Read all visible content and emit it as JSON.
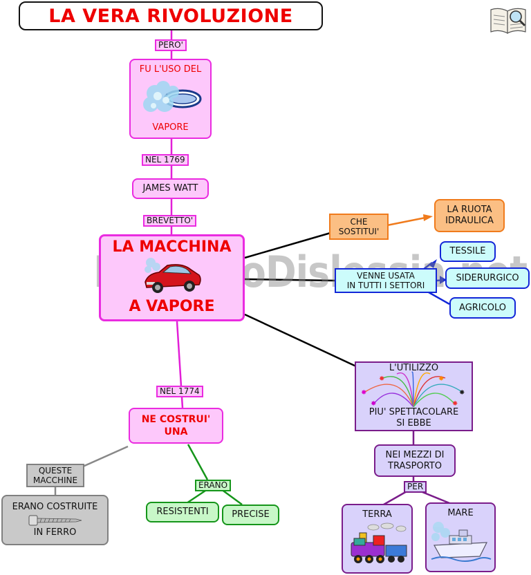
{
  "title": "LA VERA RIVOLUZIONE",
  "watermark": "By AiutoDislessia.net",
  "nodes": {
    "steam_use": "FU L'USO DEL",
    "steam_use_2": "VAPORE",
    "james_watt": "JAMES WATT",
    "steam_engine_1": "LA MACCHINA",
    "steam_engine_2": "A VAPORE",
    "water_wheel_1": "LA RUOTA",
    "water_wheel_2": "IDRAULICA",
    "textile": "TESSILE",
    "steel": "SIDERURGICO",
    "agri": "AGRICOLO",
    "built_1": "NE COSTRUI'",
    "built_2": "UNA",
    "iron_1": "ERANO COSTRUITE",
    "iron_2": "IN FERRO",
    "sturdy": "RESISTENTI",
    "precise": "PRECISE",
    "usage_1": "L'UTILIZZO",
    "usage_2": "PIU' SPETTACOLARE",
    "usage_3": "SI EBBE",
    "transport_1": "NEI MEZZI DI",
    "transport_2": "TRASPORTO",
    "land": "TERRA",
    "sea": "MARE"
  },
  "links": {
    "pero": "PERO'",
    "nel1769": "NEL 1769",
    "brevetto": "BREVETTO'",
    "che_1": "CHE",
    "che_2": "SOSTITUI'",
    "usata_1": "VENNE USATA",
    "usata_2": "IN TUTTI I SETTORI",
    "nel1774": "NEL 1774",
    "queste_1": "QUESTE",
    "queste_2": "MACCHINE",
    "erano": "ERANO",
    "per": "PER"
  },
  "colors": {
    "pink_fill": "#fdc8fb",
    "pink_border": "#ea2be0",
    "red_text": "#ee0000",
    "orange_fill": "#fbbf84",
    "orange_border": "#f07b1c",
    "cyan_fill": "#ccfcfb",
    "blue_border": "#1226d8",
    "green_fill": "#c8f7c8",
    "green_border": "#15951a",
    "gray_fill": "#c9c9c9",
    "gray_border": "#808080",
    "purple_fill": "#d9d2fb",
    "purple_border": "#7a1c8a"
  },
  "icons": [
    "book-magnifier-icon",
    "steam-cloud-icon",
    "red-car-icon",
    "fireworks-icon",
    "screw-icon",
    "toy-train-icon",
    "ship-icon"
  ]
}
